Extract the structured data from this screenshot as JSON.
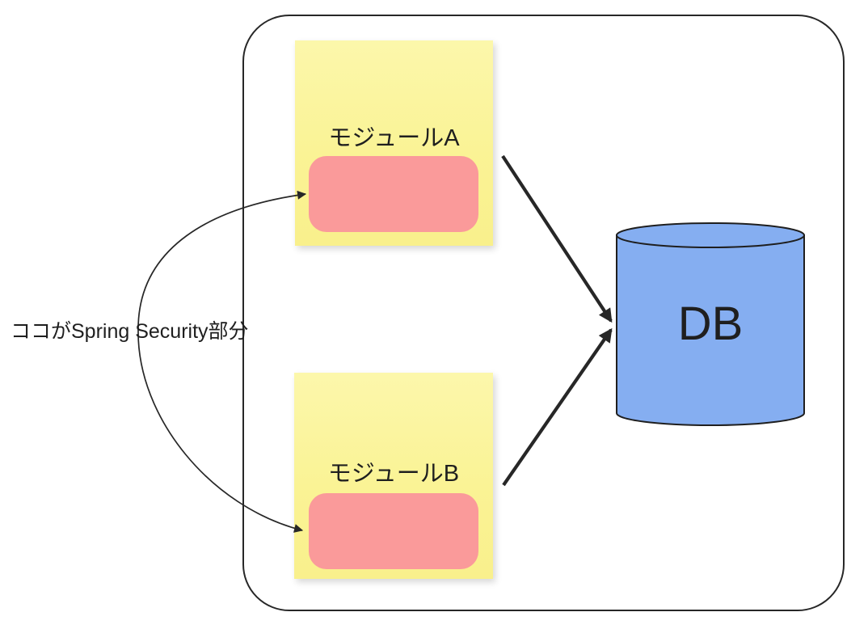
{
  "modules": {
    "a": {
      "label": "モジュールA"
    },
    "b": {
      "label": "モジュールB"
    }
  },
  "database": {
    "label": "DB"
  },
  "annotation": {
    "text": "ココがSpring Security部分"
  },
  "connectors": {
    "module_a_to_db": {
      "from": "module-a",
      "to": "db",
      "style": "straight-arrow"
    },
    "module_b_to_db": {
      "from": "module-b",
      "to": "db",
      "style": "straight-arrow"
    },
    "annotation_to_security_boxes": {
      "from": "annotation",
      "to": [
        "module-a-security-box",
        "module-b-security-box"
      ],
      "style": "curved-arrow"
    }
  },
  "colors": {
    "sticky_yellow": "#faf395",
    "security_pink": "#fa9a9a",
    "db_blue": "#85aef1",
    "line_dark": "#272727"
  }
}
